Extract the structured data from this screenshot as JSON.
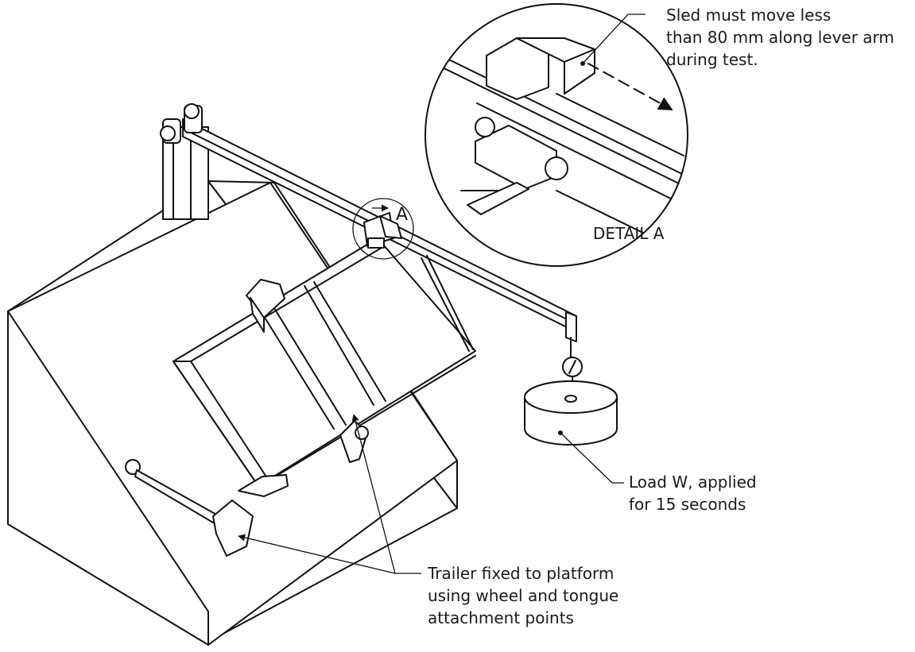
{
  "annotations": {
    "sled_note": [
      "Sled must move less",
      "than 80 mm along lever arm",
      "during test."
    ],
    "detail_marker": "A",
    "detail_title": "DETAIL A",
    "load_note": [
      "Load W, applied",
      "for 15 seconds"
    ],
    "trailer_note": [
      "Trailer fixed to platform",
      "using wheel and tongue",
      "attachment points"
    ]
  },
  "colors": {
    "line": "#111111",
    "background": "#ffffff"
  }
}
